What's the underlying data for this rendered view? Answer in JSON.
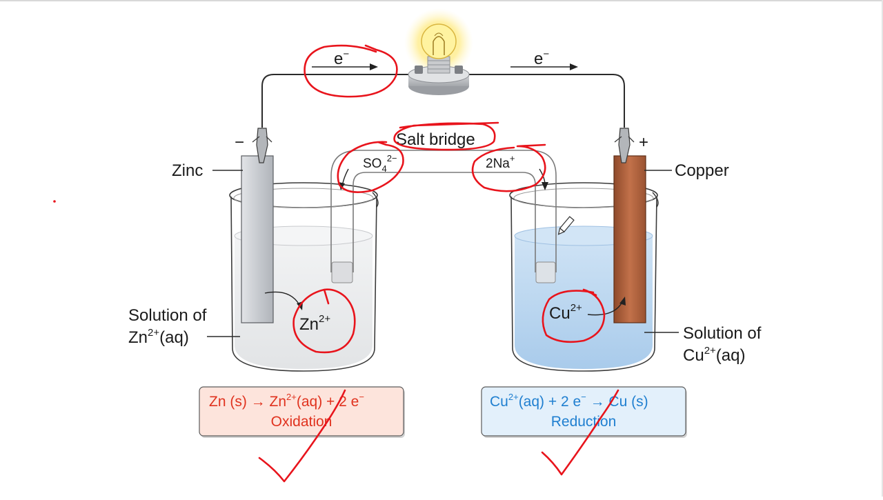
{
  "circuit": {
    "electron_left": "e",
    "electron_right": "e",
    "electron_sup": "−",
    "anode_sign": "−",
    "cathode_sign": "+"
  },
  "salt_bridge": {
    "label": "Salt bridge",
    "anion": "SO",
    "anion_sub": "4",
    "anion_sup": "2−",
    "cation": "2Na",
    "cation_sup": "+"
  },
  "left_cell": {
    "electrode": "Zinc",
    "solution_line1": "Solution of",
    "solution_ion": "Zn",
    "solution_ion_sup": "2+",
    "solution_phase": "(aq)",
    "ion": "Zn",
    "ion_sup": "2+",
    "equation_part1": "Zn (s)  →  Zn",
    "equation_sup": "2+",
    "equation_part2": "(aq) + 2 e",
    "equation_sup2": "−",
    "process": "Oxidation",
    "box_fill": "#fde4dc",
    "text_color": "#e0321e"
  },
  "right_cell": {
    "electrode": "Copper",
    "solution_line1": "Solution of",
    "solution_ion": "Cu",
    "solution_ion_sup": "2+",
    "solution_phase": "(aq)",
    "ion": "Cu",
    "ion_sup": "2+",
    "equation_part1": "Cu",
    "equation_sup": "2+",
    "equation_part2": "(aq) + 2 e",
    "equation_sup2": "−",
    "equation_part3": " →  Cu (s)",
    "process": "Reduction",
    "box_fill": "#e3f0fb",
    "text_color": "#1f7fd0"
  },
  "colors": {
    "annotation_ink": "#e8141c",
    "copper": "#b0603a",
    "zinc": "#c9ccd0",
    "copper_solution": "#b9d6f0"
  }
}
